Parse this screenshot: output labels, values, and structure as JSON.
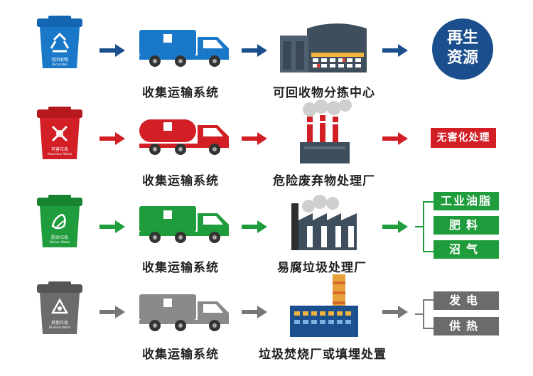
{
  "colors": {
    "recyclable": "#1a78c8",
    "hazardous": "#d11f25",
    "kitchen": "#1f9c3c",
    "other": "#6b6b6b",
    "arrow_blue": "#1c4f8e",
    "arrow_red": "#d11f25",
    "arrow_green": "#1f9c3c",
    "arrow_gray": "#777777"
  },
  "rows": [
    {
      "bin_text_cn": "可回收物",
      "bin_text_en": "Recyclable",
      "transport_label": "收集运输系统",
      "facility_label": "可回收物分拣中心",
      "outputs": [
        "再生",
        "资源"
      ]
    },
    {
      "bin_text_cn": "有害垃圾",
      "bin_text_en": "Hazardous Waste",
      "transport_label": "收集运输系统",
      "facility_label": "危险废弃物处理厂",
      "outputs": [
        "无害化处理"
      ]
    },
    {
      "bin_text_cn": "厨余垃圾",
      "bin_text_en": "Kitchen Waste",
      "transport_label": "收集运输系统",
      "facility_label": "易腐垃圾处理厂",
      "outputs": [
        "工业油脂",
        "肥料",
        "沼气"
      ]
    },
    {
      "bin_text_cn": "其他垃圾",
      "bin_text_en": "Residual Waste",
      "transport_label": "收集运输系统",
      "facility_label": "垃圾焚烧厂或填埋处置",
      "outputs": [
        "发电",
        "供热"
      ]
    }
  ]
}
